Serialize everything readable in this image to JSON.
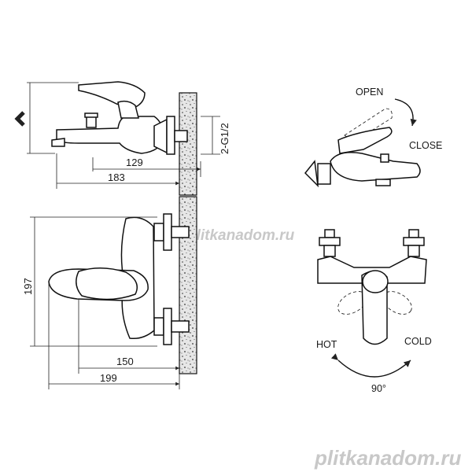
{
  "dimensions": {
    "spout_center": "129",
    "spout_length": "183",
    "thread_spec": "2-G1/2",
    "height": "197",
    "center_to_wall": "150",
    "total_depth": "199"
  },
  "labels": {
    "open": "OPEN",
    "close": "CLOSE",
    "hot": "HOT",
    "cold": "COLD",
    "rotation": "90°"
  },
  "watermarks": {
    "middle": "plitkanadom.ru",
    "bottom": "plitkanadom.ru"
  },
  "colors": {
    "line": "#111111",
    "wall_fill": "#d9d9d9",
    "watermark": "#c8c8c8"
  },
  "icons": {
    "nav_left": "chevron-left-icon"
  }
}
